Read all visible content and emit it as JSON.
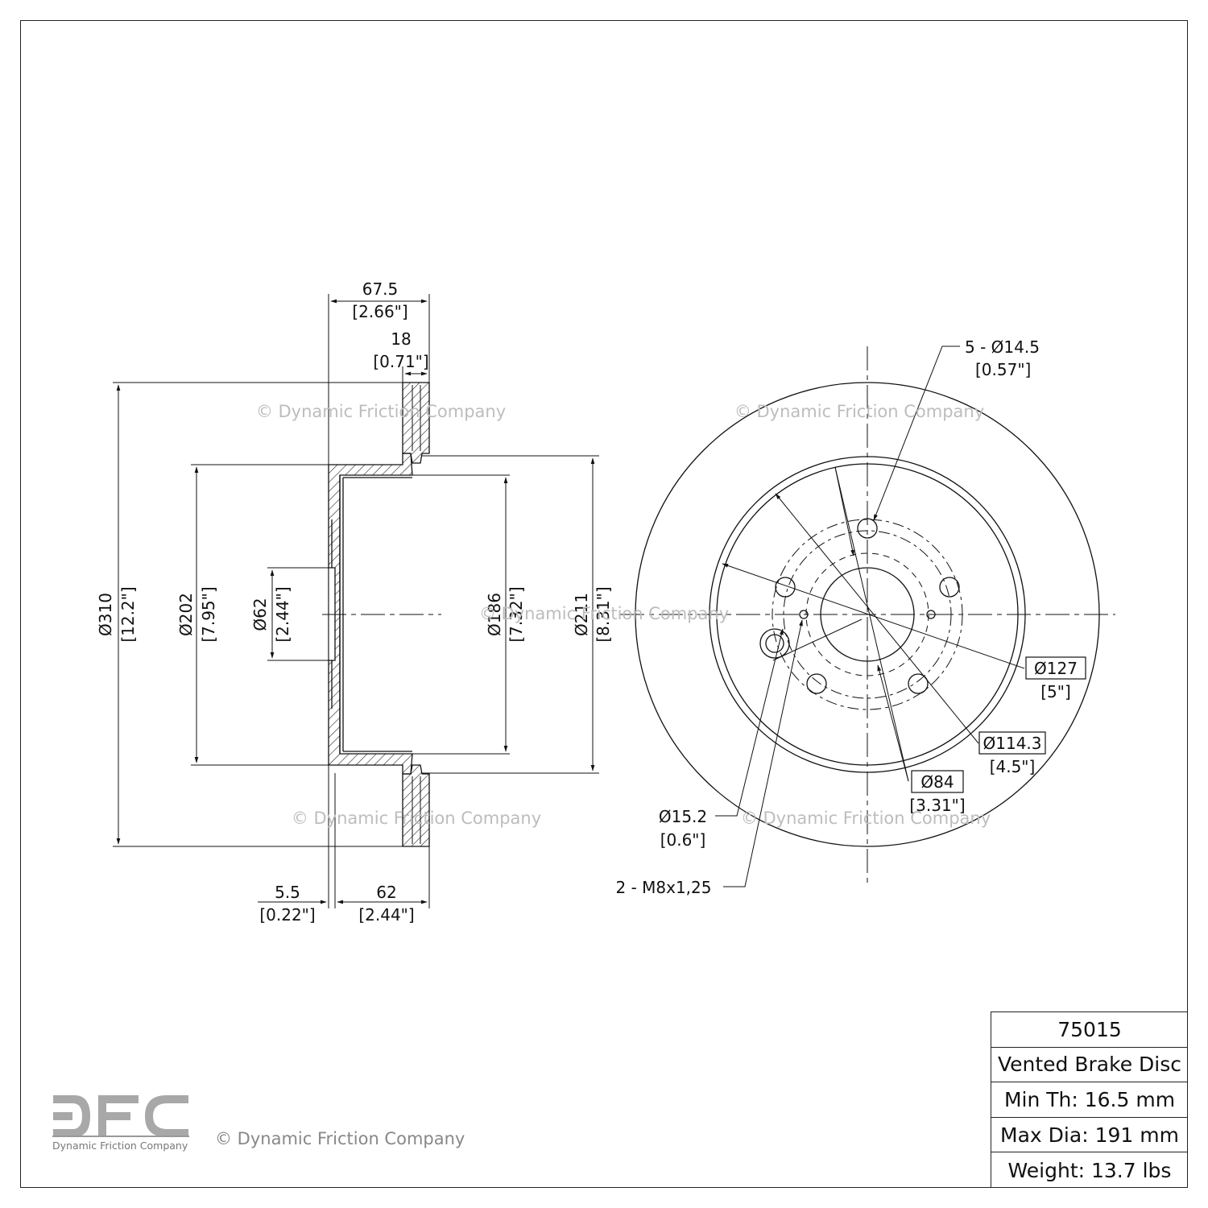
{
  "part_number": "75015",
  "title_block": {
    "part_number": "75015",
    "description": "Vented Brake Disc",
    "min_thickness": "Min Th: 16.5 mm",
    "max_diameter": "Max Dia: 191 mm",
    "weight": "Weight: 13.7 lbs"
  },
  "logo": {
    "letters": "DFC",
    "subtitle": "Dynamic Friction Company"
  },
  "copyright": "© Dynamic Friction Company",
  "watermark": "© Dynamic Friction Company",
  "side_view": {
    "total_height": {
      "mm": "67.5",
      "in": "[2.66\"]"
    },
    "disc_thickness": {
      "mm": "18",
      "in": "[0.71\"]"
    },
    "outer_diameter": {
      "mm": "Ø310",
      "in": "[12.2\"]"
    },
    "hat_diameter": {
      "mm": "Ø202",
      "in": "[7.95\"]"
    },
    "center_bore": {
      "mm": "Ø62",
      "in": "[2.44\"]"
    },
    "inner_hat": {
      "mm": "Ø186",
      "in": "[7.32\"]"
    },
    "inner_ring": {
      "mm": "Ø211",
      "in": "[8.31\"]"
    },
    "hat_flange": {
      "mm": "5.5",
      "in": "[0.22\"]"
    },
    "hat_depth": {
      "mm": "62",
      "in": "[2.44\"]"
    }
  },
  "front_view": {
    "bolt_holes": {
      "mm": "5 - Ø14.5",
      "in": "[0.57\"]"
    },
    "pcd_127": {
      "mm": "Ø127",
      "in": "[5\"]"
    },
    "pcd_114": {
      "mm": "Ø114.3",
      "in": "[4.5\"]"
    },
    "bore_84": {
      "mm": "Ø84",
      "in": "[3.31\"]"
    },
    "pilot": {
      "mm": "Ø15.2",
      "in": "[0.6\"]"
    },
    "thread": {
      "mm": "2 - M8x1,25"
    }
  },
  "colors": {
    "line": "#111111",
    "watermark": "#bdbdbd",
    "logo": "#a8a8a8"
  }
}
